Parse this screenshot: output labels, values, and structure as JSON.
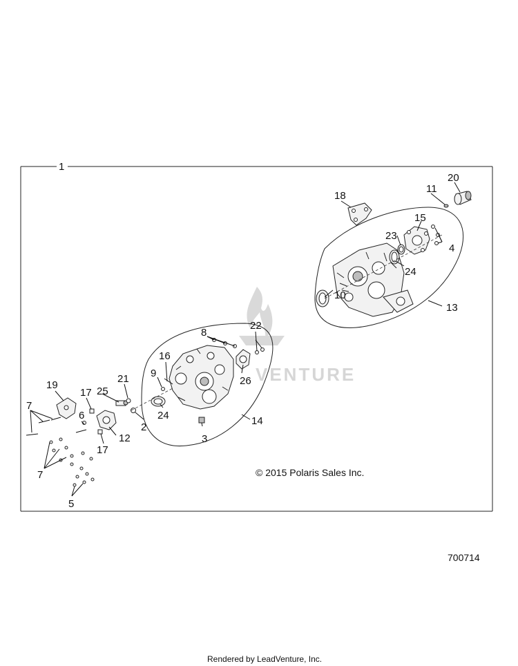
{
  "callouts": {
    "c1": "1",
    "c2": "2",
    "c3": "3",
    "c4": "4",
    "c5": "5",
    "c6": "6",
    "c7a": "7",
    "c7b": "7",
    "c8": "8",
    "c9": "9",
    "c10": "10",
    "c11": "11",
    "c12": "12",
    "c13": "13",
    "c14": "14",
    "c15": "15",
    "c16": "16",
    "c17a": "17",
    "c17b": "17",
    "c18": "18",
    "c19": "19",
    "c20": "20",
    "c21": "21",
    "c22": "22",
    "c23": "23",
    "c24a": "24",
    "c24b": "24",
    "c25": "25",
    "c26": "26"
  },
  "copyright": "© 2015 Polaris Sales Inc.",
  "diagram_number": "700714",
  "watermark": "VENTURE",
  "footer": "Rendered by LeadVenture, Inc."
}
